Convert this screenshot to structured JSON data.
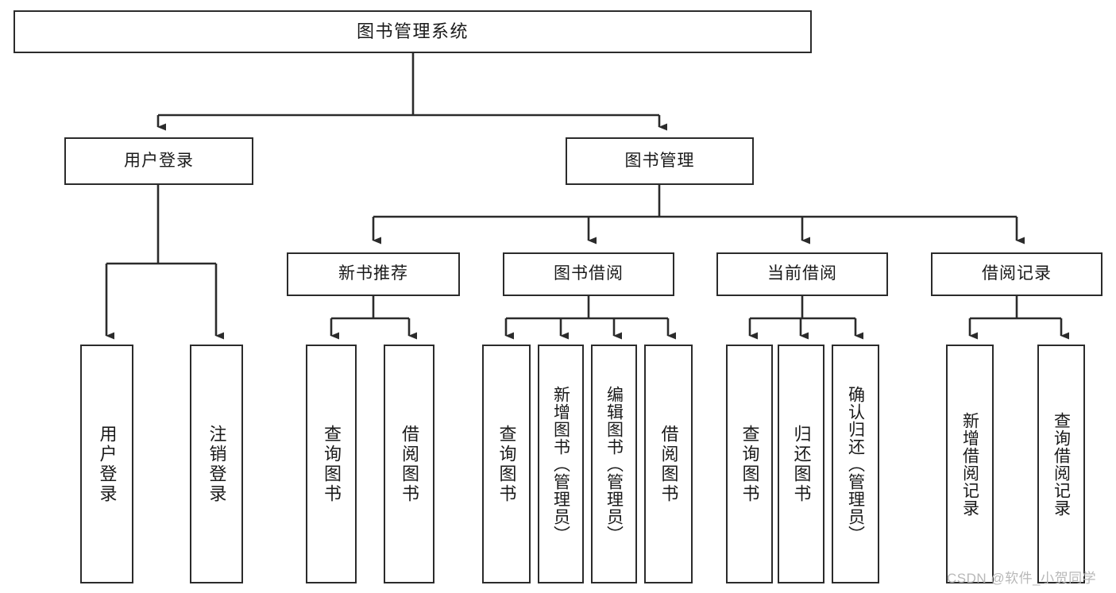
{
  "diagram": {
    "type": "tree",
    "title": "图书管理系统",
    "watermark": "CSDN @软件_小贺同学",
    "colors": {
      "background": "#ffffff",
      "node_border": "#2b2b2b",
      "node_fill": "#ffffff",
      "edge": "#2b2b2b",
      "text": "#1a1a1a",
      "watermark": "#b8b8b8"
    },
    "nodes": {
      "root": {
        "label": "图书管理系统",
        "level": 0
      },
      "l1": [
        {
          "id": "user-login",
          "label": "用户登录",
          "level": 1
        },
        {
          "id": "book-manage",
          "label": "图书管理",
          "level": 1
        }
      ],
      "l2": [
        {
          "id": "new-book-recommend",
          "label": "新书推荐",
          "level": 2,
          "parent": "book-manage"
        },
        {
          "id": "book-borrow",
          "label": "图书借阅",
          "level": 2,
          "parent": "book-manage"
        },
        {
          "id": "current-borrow",
          "label": "当前借阅",
          "level": 2,
          "parent": "book-manage"
        },
        {
          "id": "borrow-record",
          "label": "借阅记录",
          "level": 2,
          "parent": "book-manage"
        }
      ],
      "leaves": [
        {
          "id": "leaf-user-login",
          "label": "用户登录",
          "parent": "user-login"
        },
        {
          "id": "leaf-user-logout",
          "label": "注销登录",
          "parent": "user-login"
        },
        {
          "id": "leaf-query-book-1",
          "label": "查询图书",
          "parent": "new-book-recommend"
        },
        {
          "id": "leaf-borrow-book-1",
          "label": "借阅图书",
          "parent": "new-book-recommend"
        },
        {
          "id": "leaf-query-book-2",
          "label": "查询图书",
          "parent": "book-borrow"
        },
        {
          "id": "leaf-add-book",
          "label": "新增图书（管理员）",
          "parent": "book-borrow"
        },
        {
          "id": "leaf-edit-book",
          "label": "编辑图书（管理员）",
          "parent": "book-borrow"
        },
        {
          "id": "leaf-borrow-book-2",
          "label": "借阅图书",
          "parent": "book-borrow"
        },
        {
          "id": "leaf-query-book-3",
          "label": "查询图书",
          "parent": "current-borrow"
        },
        {
          "id": "leaf-return-book",
          "label": "归还图书",
          "parent": "current-borrow"
        },
        {
          "id": "leaf-confirm-return",
          "label": "确认归还（管理员）",
          "parent": "current-borrow"
        },
        {
          "id": "leaf-add-record",
          "label": "新增借阅记录",
          "parent": "borrow-record"
        },
        {
          "id": "leaf-query-record",
          "label": "查询借阅记录",
          "parent": "borrow-record"
        }
      ]
    }
  }
}
